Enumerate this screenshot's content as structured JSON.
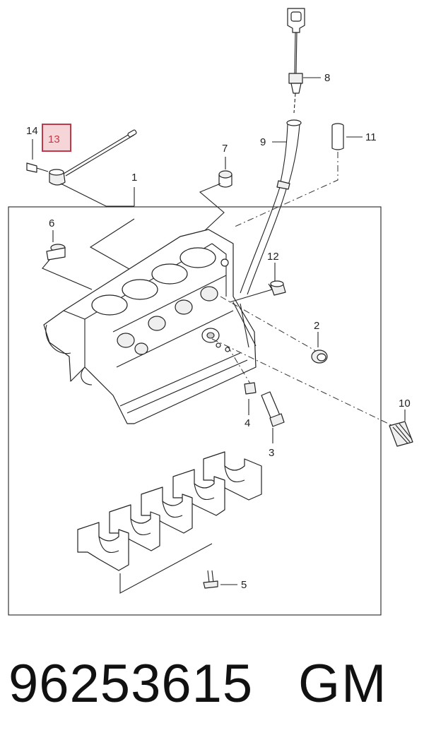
{
  "callouts": {
    "c1": "1",
    "c2": "2",
    "c3": "3",
    "c4": "4",
    "c5": "5",
    "c6": "6",
    "c7": "7",
    "c8": "8",
    "c9": "9",
    "c10": "10",
    "c11": "11",
    "c12": "12",
    "c13": "13",
    "c14": "14"
  },
  "highlight": {
    "callout": "13",
    "color": "#c0394b",
    "fill": "#f6d5d9"
  },
  "caption": {
    "part_number": "96253615",
    "brand": "GM"
  }
}
